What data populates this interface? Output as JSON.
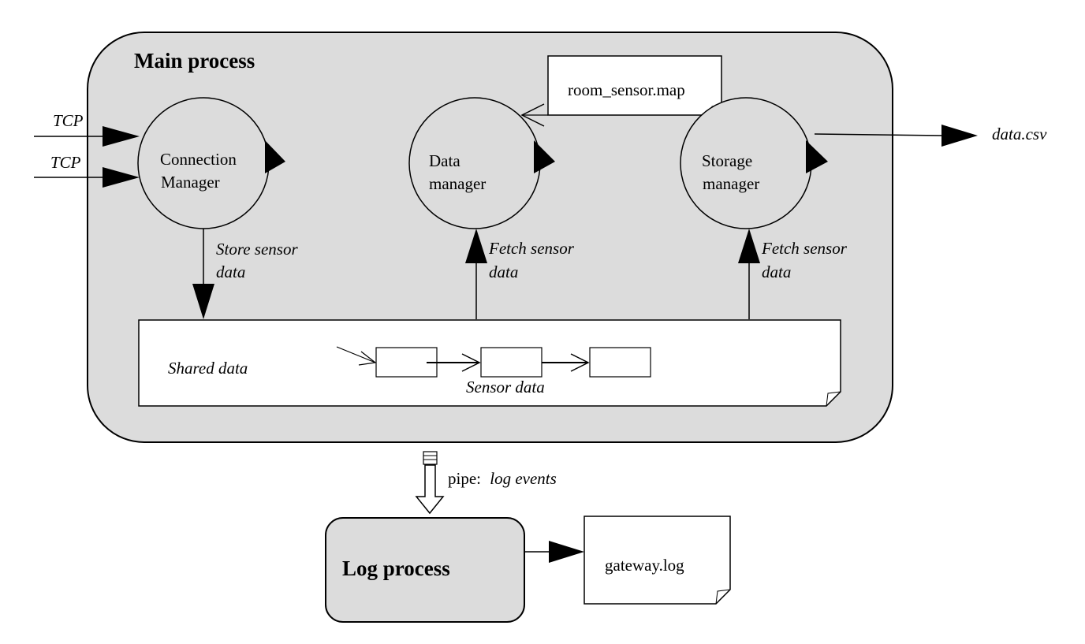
{
  "main_process": {
    "title": "Main process"
  },
  "connection_manager": {
    "line1": "Connection",
    "line2": "Manager"
  },
  "data_manager": {
    "line1": "Data",
    "line2": "manager"
  },
  "storage_manager": {
    "line1": "Storage",
    "line2": "manager"
  },
  "inputs": {
    "tcp1": "TCP",
    "tcp2": "TCP"
  },
  "room_map": {
    "label": "room_sensor.map"
  },
  "output": {
    "label": "data.csv"
  },
  "flows": {
    "store_line1": "Store sensor",
    "store_line2": "data",
    "fetch1_line1": "Fetch sensor",
    "fetch1_line2": "data",
    "fetch2_line1": "Fetch sensor",
    "fetch2_line2": "data"
  },
  "shared": {
    "label": "Shared data",
    "sensor_label": "Sensor data"
  },
  "pipe": {
    "prefix": "pipe:",
    "events": "log events"
  },
  "log_process": {
    "title": "Log process"
  },
  "gateway_log": {
    "label": "gateway.log"
  },
  "colors": {
    "process_fill": "#dcdcdc",
    "stroke": "#000000",
    "doc_fill": "#ffffff"
  }
}
